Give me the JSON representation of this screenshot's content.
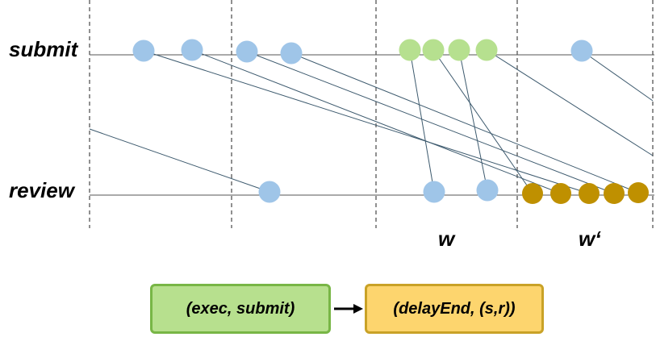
{
  "lanes": {
    "submit": "submit",
    "review": "review"
  },
  "windows": {
    "w": "w",
    "w_prime": "w‘"
  },
  "boxes": {
    "exec": "(exec, submit)",
    "delay": "(delayEnd, (s,r))"
  },
  "colors": {
    "event_normal": "#9fc5e8",
    "event_window": "#b6e08f",
    "event_delayed": "#bf9000",
    "line": "#3d5a6e",
    "axis": "#555555"
  },
  "events": {
    "submit": [
      {
        "id": "s1",
        "kind": "normal"
      },
      {
        "id": "s2",
        "kind": "normal"
      },
      {
        "id": "s3",
        "kind": "normal"
      },
      {
        "id": "s4",
        "kind": "normal"
      },
      {
        "id": "s5",
        "kind": "window"
      },
      {
        "id": "s6",
        "kind": "window"
      },
      {
        "id": "s7",
        "kind": "window"
      },
      {
        "id": "s8",
        "kind": "window"
      },
      {
        "id": "s9",
        "kind": "normal"
      }
    ],
    "review": [
      {
        "id": "r1",
        "kind": "normal"
      },
      {
        "id": "r2",
        "kind": "normal"
      },
      {
        "id": "r3",
        "kind": "normal"
      },
      {
        "id": "d1",
        "kind": "delayed"
      },
      {
        "id": "d2",
        "kind": "delayed"
      },
      {
        "id": "d3",
        "kind": "delayed"
      },
      {
        "id": "d4",
        "kind": "delayed"
      },
      {
        "id": "d5",
        "kind": "delayed"
      }
    ]
  },
  "links": [
    {
      "from": "offscreen-left",
      "to": "r1"
    },
    {
      "from": "s1",
      "to": "d3"
    },
    {
      "from": "s2",
      "to": "d2"
    },
    {
      "from": "s3",
      "to": "d4"
    },
    {
      "from": "s4",
      "to": "d5"
    },
    {
      "from": "s5",
      "to": "r2"
    },
    {
      "from": "s6",
      "to": "d1"
    },
    {
      "from": "s7",
      "to": "r3"
    },
    {
      "from": "s8",
      "to": "offscreen-right"
    },
    {
      "from": "s9",
      "to": "offscreen-right"
    }
  ]
}
